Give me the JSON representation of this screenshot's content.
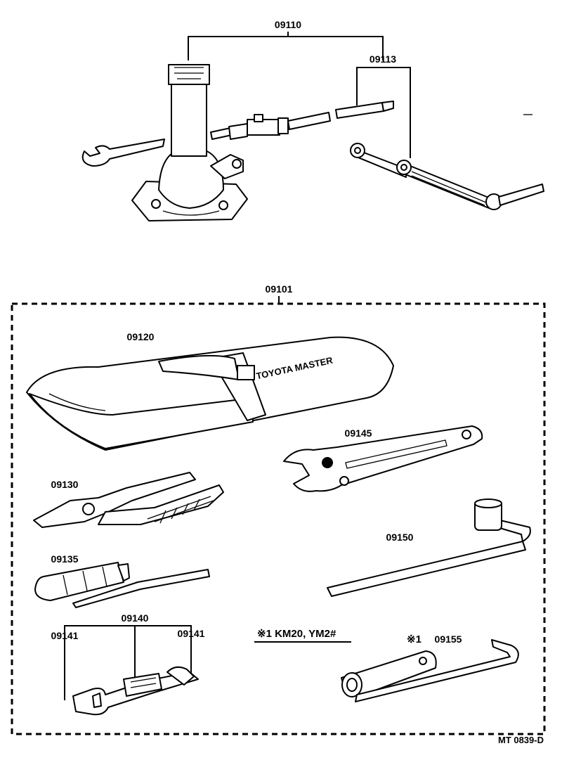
{
  "labels": {
    "jack": "09110",
    "jack_handle": "09113",
    "tool_set": "09101",
    "tool_bag": "09120",
    "adjustable_wrench": "09145",
    "pliers": "09130",
    "wheel_nut_wrench": "09150",
    "screwdriver": "09135",
    "spanner_set": "09140",
    "spanner_left": "09141",
    "spanner_right": "09141",
    "plug_wrench": "09155"
  },
  "notes": {
    "applicability": "※1 KM20, YM2#",
    "plug_wrench_marker": "※1"
  },
  "bag_print": "TOYOTA MASTER",
  "drawing_code": "MT 0839-D"
}
